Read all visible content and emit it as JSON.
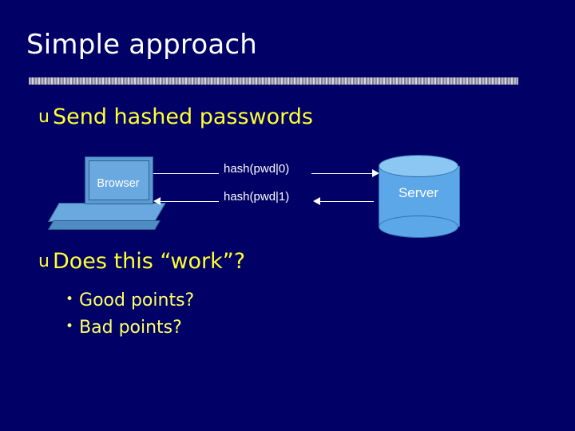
{
  "slide": {
    "title": "Simple approach",
    "bullets": [
      {
        "marker": "u",
        "text": "Send hashed passwords"
      },
      {
        "marker": "u",
        "text": "Does this “work”?"
      }
    ],
    "subbullets": [
      {
        "dot": "•",
        "text": "Good points?"
      },
      {
        "dot": "•",
        "text": "Bad points?"
      }
    ]
  },
  "diagram": {
    "browser_label": "Browser",
    "server_label": "Server",
    "messages": [
      {
        "label": "hash(pwd|0)",
        "direction": "right"
      },
      {
        "label": "hash(pwd|1)",
        "direction": "left"
      }
    ]
  },
  "colors": {
    "background": "#000066",
    "title": "#ffffff",
    "bullet_l1": "#ffff33",
    "bullet_l2": "#ffff66",
    "device_fill": "#5b9bd5",
    "server_fill": "#5ca7e8"
  }
}
